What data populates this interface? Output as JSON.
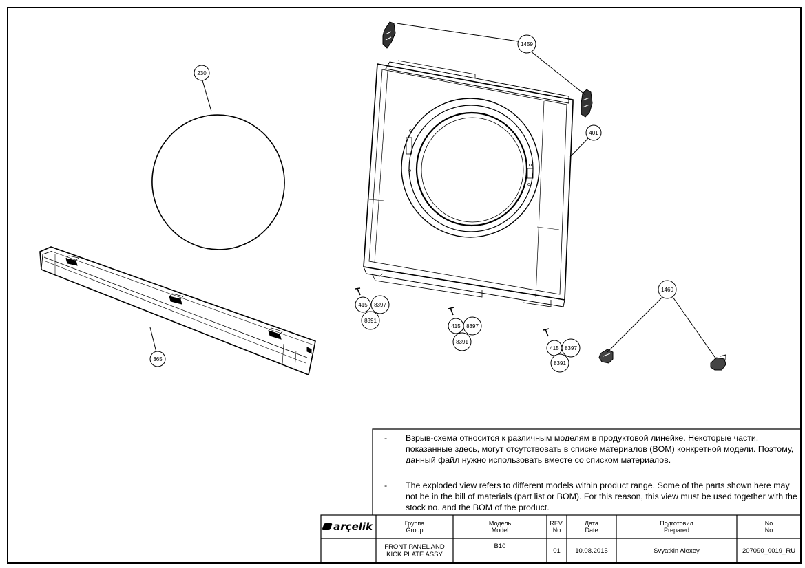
{
  "callouts": {
    "c230": "230",
    "c1459": "1459",
    "c401": "401",
    "c365": "365",
    "c1460": "1460",
    "screw_group_1": {
      "a": "415",
      "b": "8397",
      "c": "8391"
    },
    "screw_group_2": {
      "a": "415",
      "b": "8397",
      "c": "8391"
    },
    "screw_group_3": {
      "a": "415",
      "b": "8397",
      "c": "8391"
    }
  },
  "notes": {
    "dash": "-",
    "ru": "Взрыв-схема относится к различным моделям в продуктовой линейке. Некоторые части, показанные здесь, могут отсутствовать в списке материалов (BOM) конкретной модели. Поэтому, данный файл нужно использовать вместе со списком материалов.",
    "en": "The exploded view refers to different models within product range. Some of the parts shown here may not be in the bill of materials (part list or BOM). For this reason, this view must be used together with the stock no. and the BOM of the product."
  },
  "title_block": {
    "logo": "arçelik",
    "headers": {
      "group": [
        "Группа",
        "Group"
      ],
      "model": [
        "Модель",
        "Model"
      ],
      "rev": [
        "REV.",
        "No"
      ],
      "date": [
        "Дата",
        "Date"
      ],
      "prepared": [
        "Подготовил",
        "Prepared"
      ],
      "no": [
        "No",
        "No"
      ]
    },
    "values": {
      "group": [
        "FRONT PANEL AND",
        "KICK PLATE ASSY"
      ],
      "model": "B10",
      "rev": "01",
      "date": "10.08.2015",
      "prepared": "Svyatkin Alexey",
      "no": "207090_0019_RU"
    }
  }
}
